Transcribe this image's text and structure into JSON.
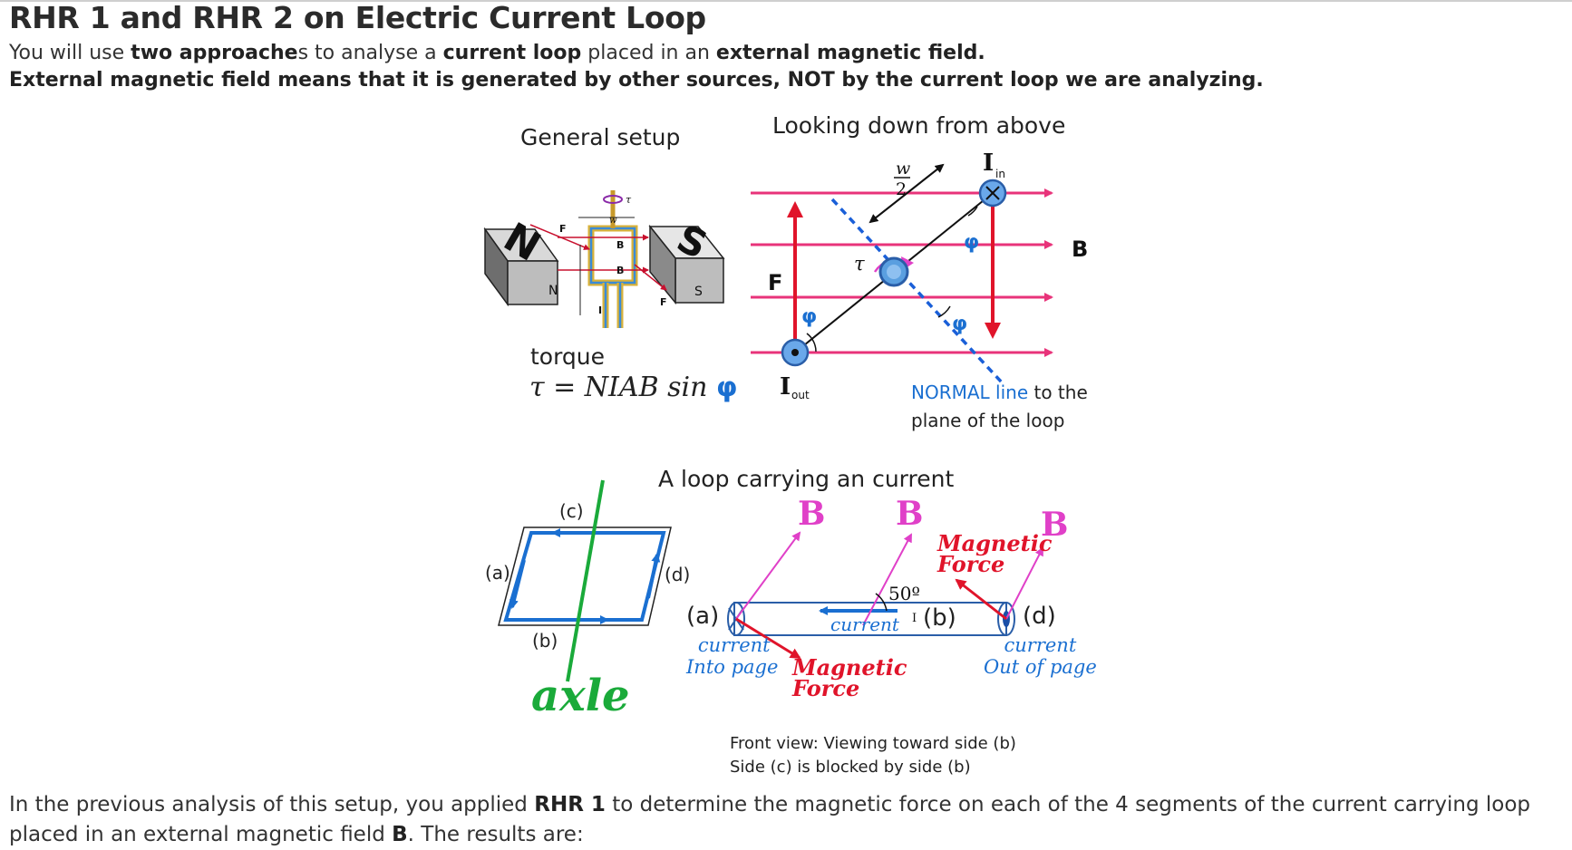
{
  "title": "RHR 1 and RHR 2 on Electric Current Loop",
  "intro": {
    "line1_a": "You will use ",
    "line1_b": "two approache",
    "line1_c": "s to analyse a ",
    "line1_d": "current loop",
    "line1_e": " placed in an ",
    "line1_f": "external magnetic field.",
    "line2": "External magnetic field means that it is generated by other sources, NOT by the current loop we are analyzing."
  },
  "figure_top": {
    "general_setup": "General setup",
    "looking_down": "Looking down from above",
    "torque_label": "torque",
    "torque_formula_a": "τ = NIAB sin ",
    "torque_formula_phi": "φ",
    "normal_line_a": "NORMAL line",
    "normal_line_b": " to the",
    "normal_line_c": "plane of the loop",
    "i_out": "I",
    "i_out_sub": "out",
    "i_in": "I",
    "i_in_sub": "in",
    "w_num": "w",
    "w_den": "2",
    "tau": "τ",
    "phi": "φ",
    "b": "B",
    "f": "F",
    "magnet_n": "N",
    "magnet_s": "S",
    "mini_n": "N",
    "mini_s": "S",
    "mini_b1": "B",
    "mini_b2": "B",
    "mini_f1": "F",
    "mini_f2": "F",
    "mini_w": "w",
    "mini_i": "I",
    "mini_tau": "τ"
  },
  "figure_bottom": {
    "heading": "A loop carrying an current",
    "label_a": "(a)",
    "label_b": "(b)",
    "label_c": "(c)",
    "label_d": "(d)",
    "axle": "axle",
    "b_field": "B",
    "magnetic": "Magnetic",
    "force": "Force",
    "angle": "50º",
    "current": "current",
    "current_i": "I",
    "into_page_a": "current",
    "into_page_b": "Into page",
    "out_page_a": "current",
    "out_page_b": "Out of page",
    "front_view_1": "Front view: Viewing toward side (b)",
    "front_view_2": "Side (c) is blocked by side (b)"
  },
  "bottom_text": {
    "a": "In the previous analysis of this setup, you applied ",
    "b": "RHR 1",
    "c": " to determine the magnetic force on each of the 4 segments of the current carrying loop placed in an external magnetic field ",
    "d": "B",
    "e": ". The results are:"
  },
  "colors": {
    "pink": "#e8337a",
    "magenta": "#e040c8",
    "blue": "#1a6fd1",
    "red": "#e0142a",
    "green": "#1aaa3a",
    "dashed_blue": "#1a5fd8"
  }
}
